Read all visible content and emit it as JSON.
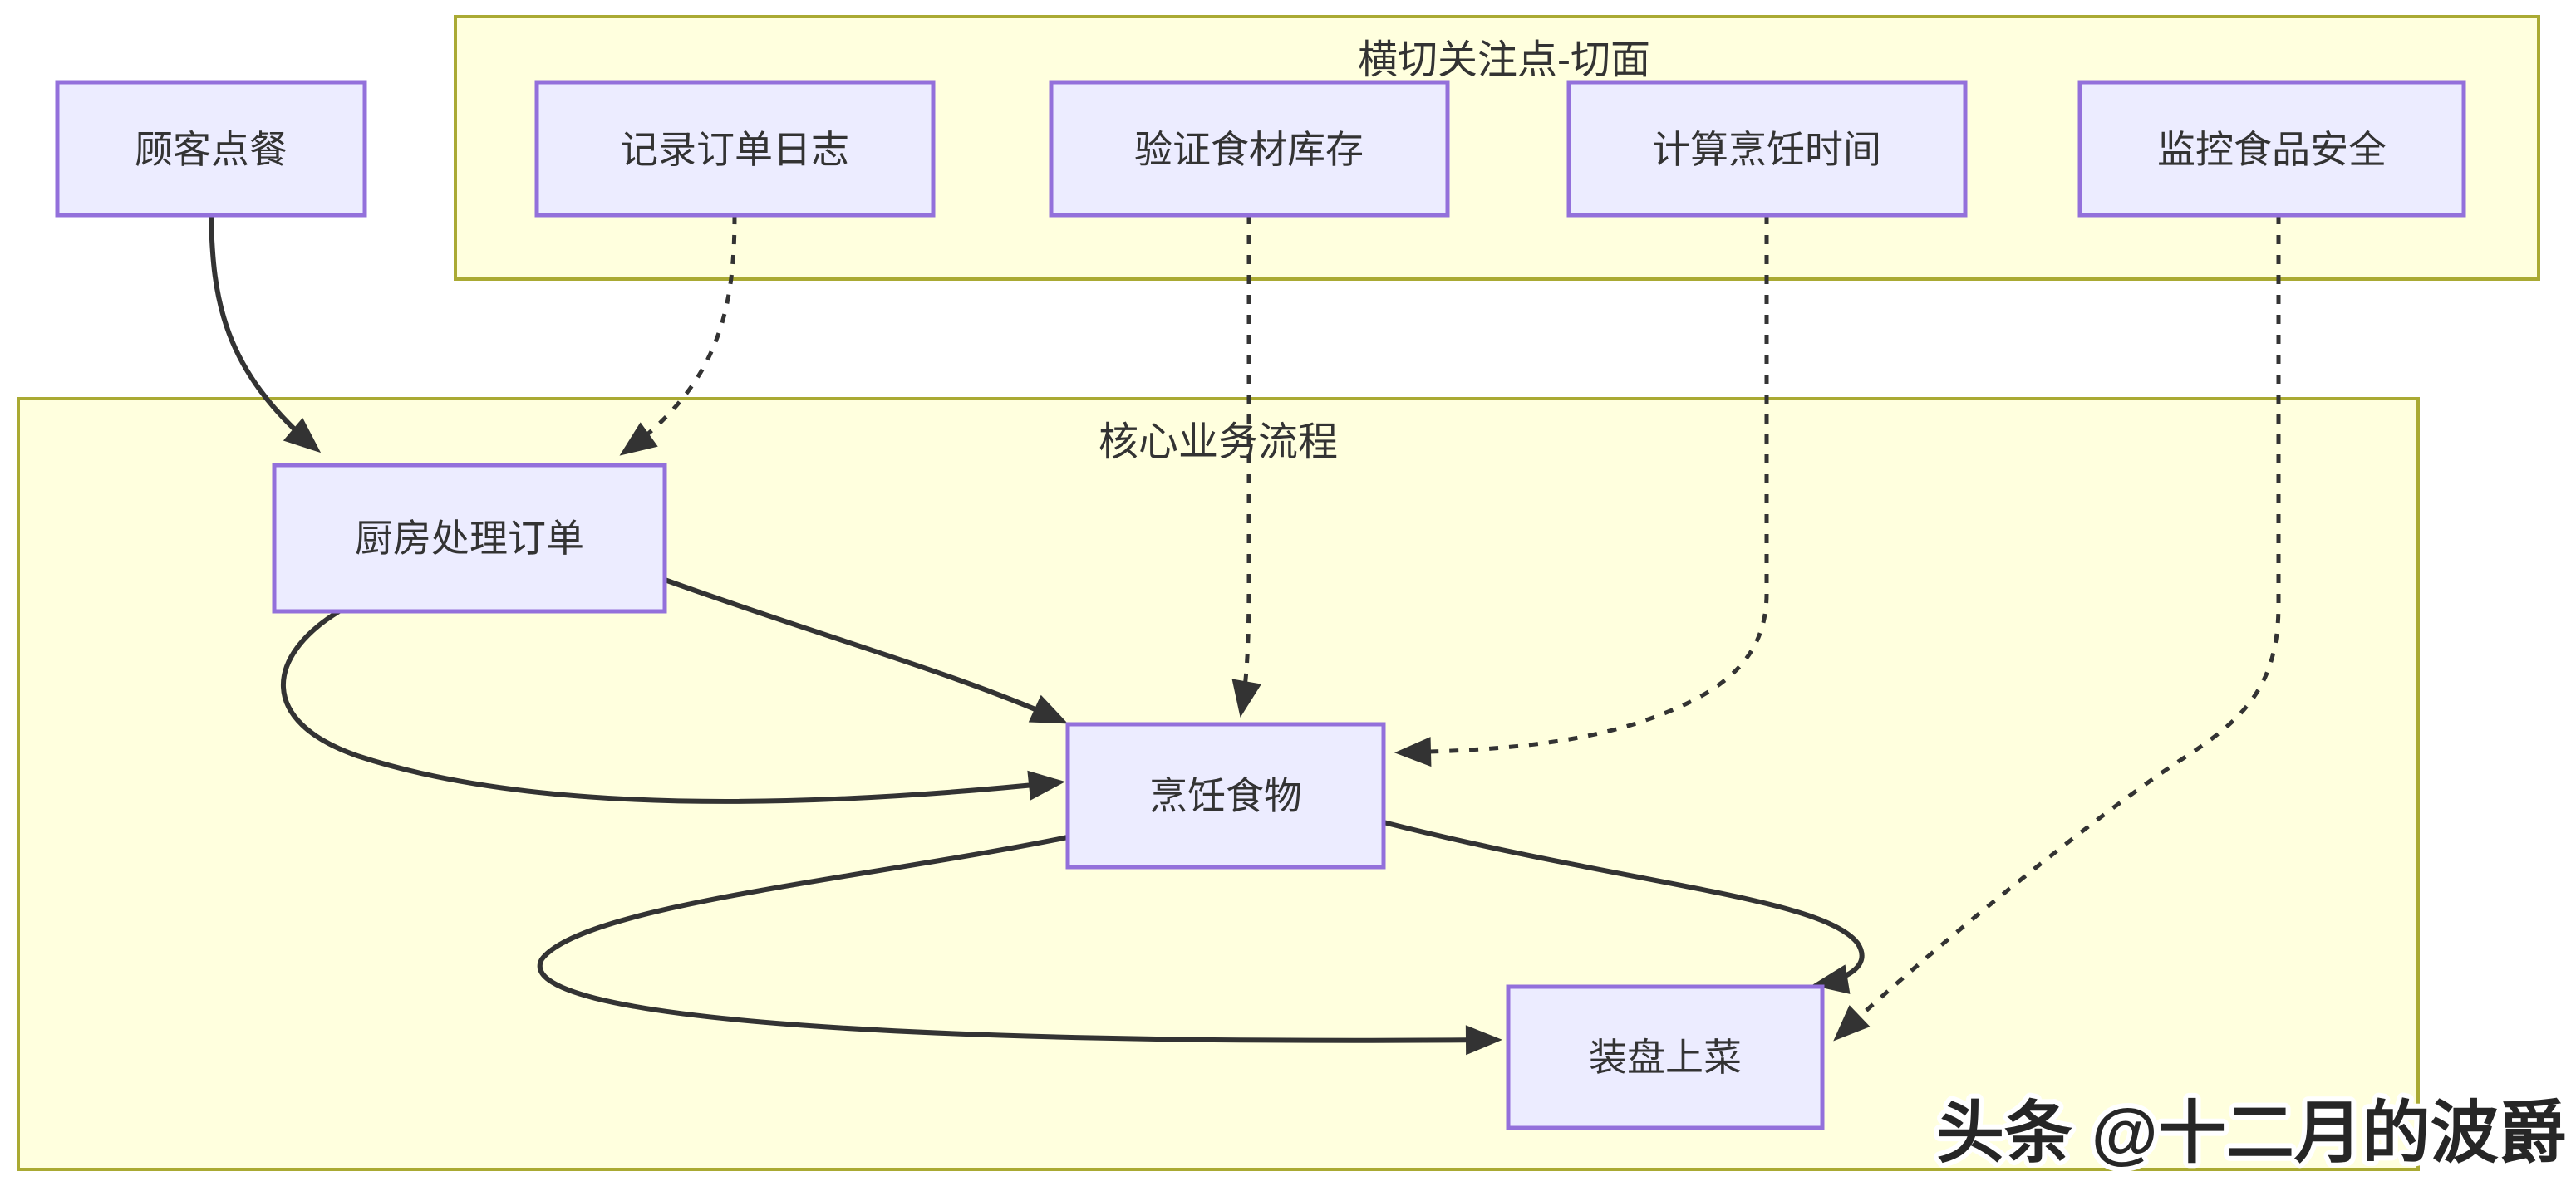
{
  "diagram": {
    "containers": {
      "aspect": {
        "title": "横切关注点-切面"
      },
      "core": {
        "title": "核心业务流程"
      }
    },
    "nodes": {
      "customer": {
        "label": "顾客点餐"
      },
      "log": {
        "label": "记录订单日志"
      },
      "inventory": {
        "label": "验证食材库存"
      },
      "cook_time": {
        "label": "计算烹饪时间"
      },
      "safety": {
        "label": "监控食品安全"
      },
      "kitchen": {
        "label": "厨房处理订单"
      },
      "cook": {
        "label": "烹饪食物"
      },
      "serve": {
        "label": "装盘上菜"
      }
    },
    "edges": [
      {
        "from": "customer",
        "to": "kitchen",
        "style": "solid"
      },
      {
        "from": "log",
        "to": "kitchen",
        "style": "dotted"
      },
      {
        "from": "kitchen",
        "to": "cook",
        "style": "solid"
      },
      {
        "from": "kitchen",
        "to": "cook",
        "style": "solid"
      },
      {
        "from": "inventory",
        "to": "cook",
        "style": "dotted"
      },
      {
        "from": "cook_time",
        "to": "cook",
        "style": "dotted"
      },
      {
        "from": "cook",
        "to": "serve",
        "style": "solid"
      },
      {
        "from": "cook",
        "to": "serve",
        "style": "solid"
      },
      {
        "from": "safety",
        "to": "serve",
        "style": "dotted"
      }
    ],
    "watermark": "头条 @十二月的波爵",
    "colors": {
      "node_fill": "#ECECFF",
      "node_border": "#9370DB",
      "container_fill": "#FFFFDE",
      "container_border": "#AAAA33",
      "edge": "#333333",
      "text": "#333333",
      "watermark_fill": "#262626",
      "watermark_outline": "#FFFFFF"
    }
  }
}
